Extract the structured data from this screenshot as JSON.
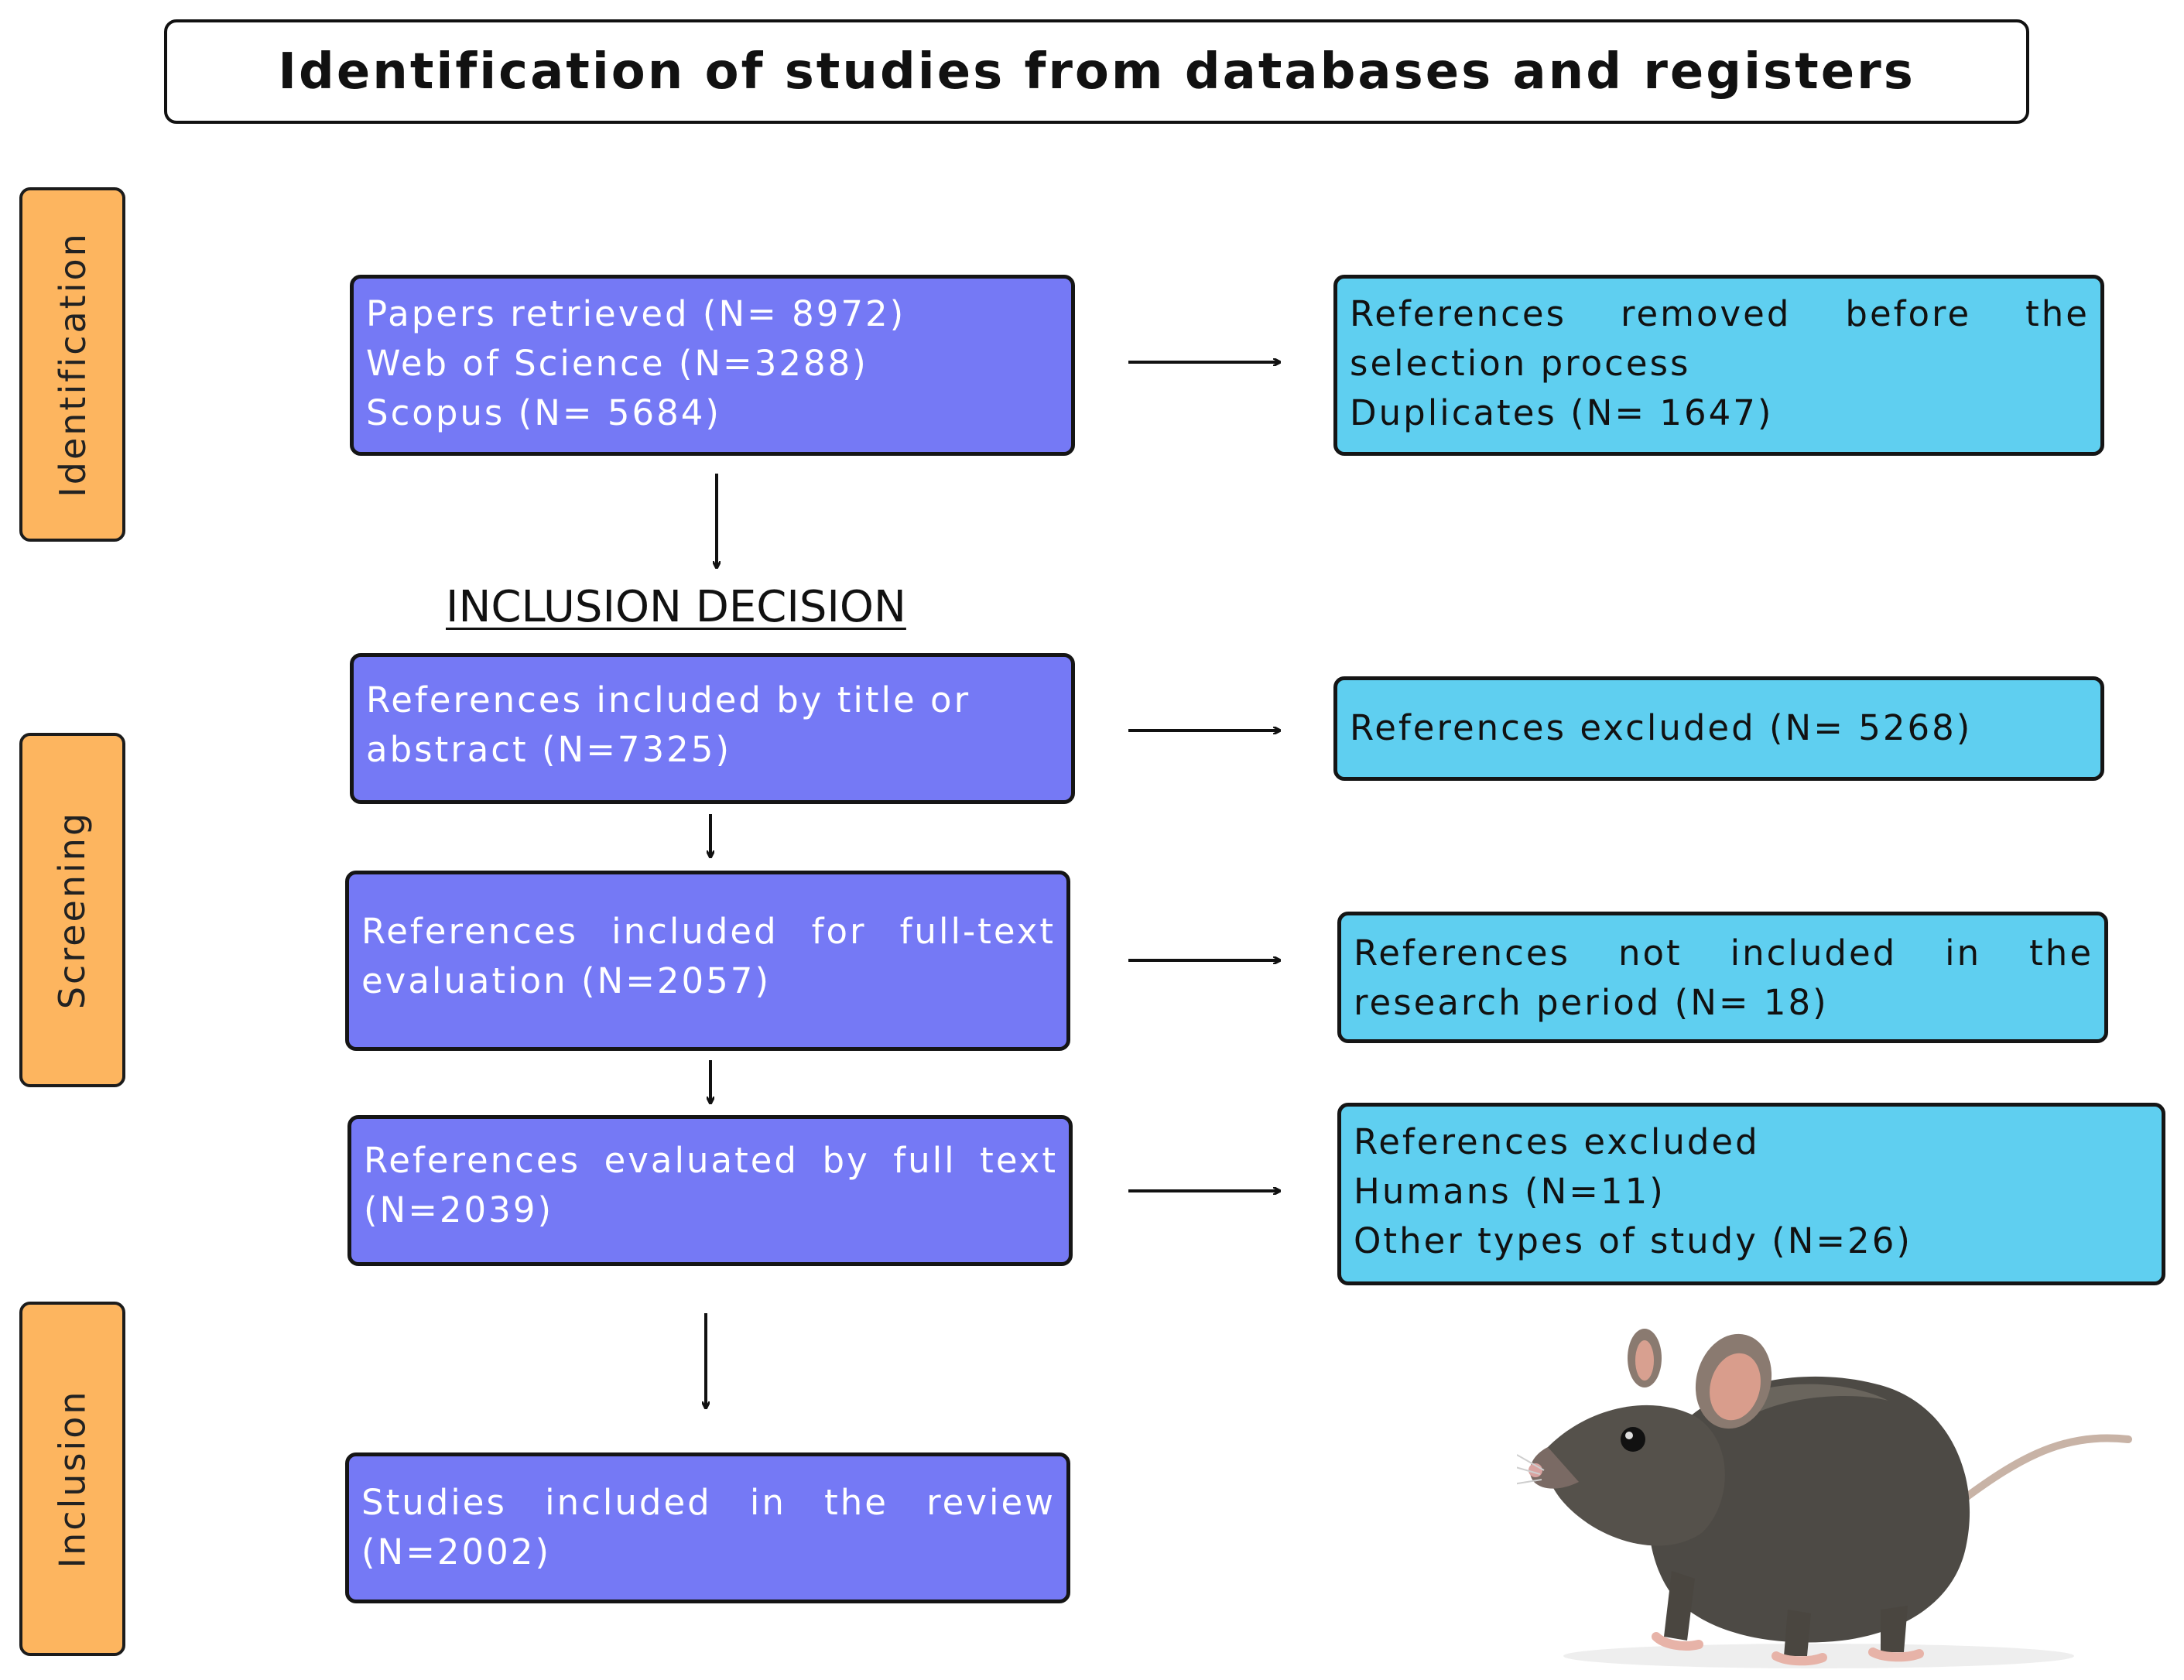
{
  "title": "Identification of studies from databases and registers",
  "phases": {
    "identification": "Identification",
    "screening": "Screening",
    "inclusion": "Inclusion"
  },
  "inclusion_decision": "INCLUSION DECISION",
  "boxes": {
    "papers_retrieved": [
      "Papers retrieved (N= 8972)",
      "Web of Science (N=3288)",
      "Scopus (N= 5684)"
    ],
    "removed_before": [
      "References removed before the",
      "selection process",
      "Duplicates (N= 1647)"
    ],
    "included_title_abstract": [
      "References included by title or",
      "abstract (N=7325)"
    ],
    "excluded": [
      "References excluded (N= 5268)"
    ],
    "fulltext_eval": [
      "References included for full-text",
      "evaluation (N=2057)"
    ],
    "not_in_period": [
      "References not included in the",
      "research period (N= 18)"
    ],
    "evaluated_fulltext": [
      "References evaluated by full text",
      "(N=2039)"
    ],
    "excluded_types": [
      "References excluded",
      "Humans (N=11)",
      "Other types of study (N=26)"
    ],
    "studies_included": [
      "Studies included in the review",
      "(N=2002)"
    ]
  },
  "colors": {
    "phase": "#fdb55f",
    "left_box": "#7579f5",
    "right_box": "#5fcff0"
  },
  "image": "rat-photo"
}
